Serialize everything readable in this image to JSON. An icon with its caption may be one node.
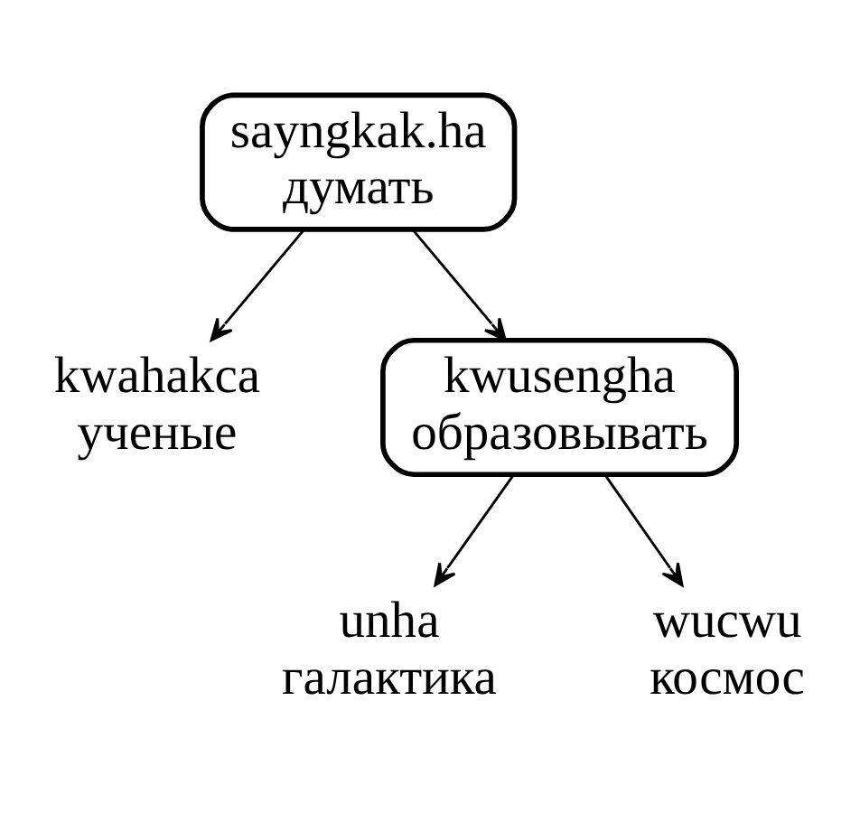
{
  "diagram": {
    "nodes": [
      {
        "text": [
          "sayngkak.ha",
          "думать"
        ]
      },
      {
        "text": [
          "kwahakca",
          "ученые"
        ]
      },
      {
        "text": [
          "kwusengha",
          "образовывать"
        ]
      },
      {
        "text": [
          "unha",
          "галактика"
        ]
      },
      {
        "text": [
          "wucwu",
          "космос"
        ]
      }
    ],
    "edges": [
      {
        "from": 0,
        "to": 1,
        "arrow": "to"
      },
      {
        "from": 0,
        "to": 2,
        "arrow": "to"
      },
      {
        "from": 2,
        "to": 3,
        "arrow": "to"
      },
      {
        "from": 2,
        "to": 4,
        "arrow": "to"
      }
    ]
  }
}
